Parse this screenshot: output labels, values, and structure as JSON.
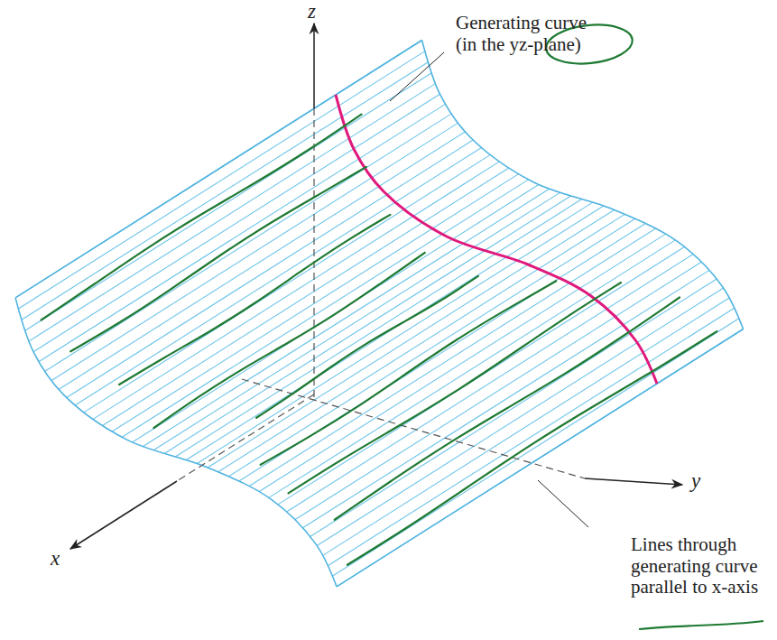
{
  "diagram": {
    "labels": [
      "z",
      "Generating curve (in the yz-plane)",
      "y",
      "x",
      "Lines through generating curve parallel to x-axis"
    ]
  }
}
